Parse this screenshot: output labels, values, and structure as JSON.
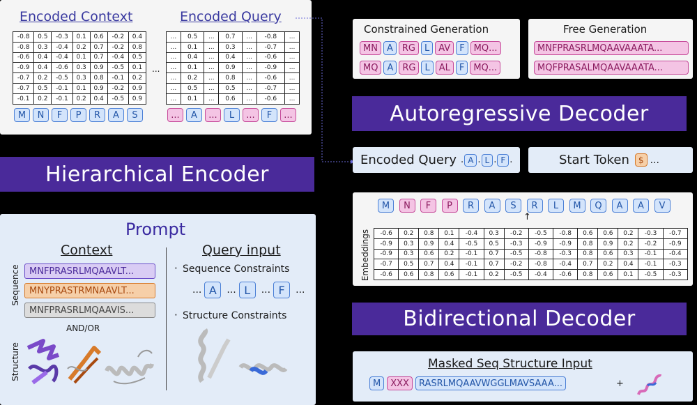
{
  "encoded_context": {
    "title": "Encoded Context",
    "grid": [
      [
        "-0.8",
        "0.5",
        "-0.3",
        "0.1",
        "0.6",
        "-0.2",
        "0.4"
      ],
      [
        "-0.8",
        "0.3",
        "-0.4",
        "0.2",
        "0.7",
        "-0.2",
        "0.8"
      ],
      [
        "-0.6",
        "0.4",
        "-0.4",
        "0.1",
        "0.7",
        "-0.4",
        "0.5"
      ],
      [
        "-0.9",
        "0.4",
        "-0.6",
        "0.3",
        "0.9",
        "-0.5",
        "0.1"
      ],
      [
        "-0.7",
        "0.2",
        "-0.5",
        "0.3",
        "0.8",
        "-0.1",
        "0.2"
      ],
      [
        "-0.7",
        "0.5",
        "-0.1",
        "0.1",
        "0.9",
        "-0.2",
        "0.9"
      ],
      [
        "-0.1",
        "0.2",
        "-0.1",
        "0.2",
        "0.4",
        "-0.5",
        "0.9"
      ]
    ],
    "tokens": [
      "M",
      "N",
      "F",
      "P",
      "R",
      "A",
      "S"
    ],
    "ellipsis": "..."
  },
  "encoded_query": {
    "title": "Encoded Query",
    "grid": [
      [
        "...",
        "0.5",
        "...",
        "0.7",
        "...",
        "-0.8",
        "..."
      ],
      [
        "...",
        "0.1",
        "...",
        "0.3",
        "...",
        "-0.7",
        "..."
      ],
      [
        "...",
        "0.4",
        "...",
        "0.4",
        "...",
        "-0.6",
        "..."
      ],
      [
        "...",
        "0.1",
        "...",
        "0.9",
        "...",
        "-0.9",
        "..."
      ],
      [
        "...",
        "0.2",
        "...",
        "0.8",
        "...",
        "-0.6",
        "..."
      ],
      [
        "...",
        "0.5",
        "...",
        "0.5",
        "...",
        "-0.7",
        "..."
      ],
      [
        "...",
        "0.1",
        "...",
        "0.6",
        "...",
        "-0.6",
        "..."
      ]
    ],
    "tokens": [
      "...",
      "A",
      "...",
      "L",
      "...",
      "F",
      "..."
    ]
  },
  "hierarchical_encoder": "Hierarchical Encoder",
  "prompt": {
    "title": "Prompt",
    "context_title": "Context",
    "query_title": "Query input",
    "sequence_label": "Sequence",
    "structure_label": "Structure",
    "sequences": [
      "MNFPRASRLMQAAVLT...",
      "MNYPRASTRMNAAVLT...",
      "MNFPRASRLMQAAVIS..."
    ],
    "and_or": "AND/OR",
    "seq_constraints": "Sequence Constraints",
    "struct_constraints": "Structure Constraints",
    "bullet": "·",
    "query_tokens": [
      "...",
      "A",
      "...",
      "L",
      "...",
      "F",
      "..."
    ]
  },
  "generation": {
    "constrained_title": "Constrained Generation",
    "free_title": "Free Generation",
    "constrained_rows": [
      [
        "MN",
        "A",
        "RG",
        "L",
        "AV",
        "F",
        "MQ..."
      ],
      [
        "MQ",
        "A",
        "RG",
        "L",
        "AL",
        "F",
        "MQ..."
      ]
    ],
    "free_rows": [
      "MNFPRASRLMQAAVAAATA...",
      "MQFPRASALMQAAVAAATA..."
    ]
  },
  "autoregressive_decoder": "Autoregressive Decoder",
  "encoded_query_box": {
    "label": "Encoded Query",
    "tokens": [
      ".",
      "A",
      ".",
      "L",
      ".",
      "F",
      "."
    ]
  },
  "start_token_box": {
    "label": "Start Token",
    "token": "$",
    "ellipsis": "..."
  },
  "embeddings": {
    "label": "Embeddings",
    "tokens": [
      {
        "t": "M",
        "c": "b"
      },
      {
        "t": "N",
        "c": "p"
      },
      {
        "t": "F",
        "c": "p"
      },
      {
        "t": "P",
        "c": "p"
      },
      {
        "t": "R",
        "c": "b"
      },
      {
        "t": "A",
        "c": "b"
      },
      {
        "t": "S",
        "c": "b"
      },
      {
        "t": "R",
        "c": "b"
      },
      {
        "t": "L",
        "c": "b"
      },
      {
        "t": "M",
        "c": "b"
      },
      {
        "t": "Q",
        "c": "b"
      },
      {
        "t": "A",
        "c": "b"
      },
      {
        "t": "A",
        "c": "b"
      },
      {
        "t": "V",
        "c": "b"
      }
    ],
    "arrow": "↑",
    "grid": [
      [
        "-0.6",
        "0.2",
        "0.8",
        "0.1",
        "-0.4",
        "0.3",
        "-0.2",
        "-0.5",
        "-0.8",
        "0.6",
        "0.6",
        "0.2",
        "-0.3",
        "-0.7"
      ],
      [
        "-0.9",
        "0.3",
        "0.9",
        "0.4",
        "-0.5",
        "0.5",
        "-0.3",
        "-0.9",
        "-0.9",
        "0.8",
        "0.9",
        "0.2",
        "-0.2",
        "-0.9"
      ],
      [
        "-0.9",
        "0.3",
        "0.6",
        "0.2",
        "-0.1",
        "0.7",
        "-0.5",
        "-0.8",
        "-0.3",
        "0.8",
        "0.6",
        "0.3",
        "-0.1",
        "-0.4"
      ],
      [
        "-0.7",
        "0.5",
        "0.7",
        "0.4",
        "-0.1",
        "0.7",
        "-0.2",
        "-0.8",
        "-0.4",
        "0.7",
        "0.2",
        "0.4",
        "-0.1",
        "-0.3"
      ],
      [
        "-0.6",
        "0.6",
        "0.8",
        "0.6",
        "-0.1",
        "0.2",
        "-0.5",
        "-0.4",
        "-0.6",
        "0.8",
        "0.6",
        "0.1",
        "-0.5",
        "-0.3"
      ]
    ]
  },
  "bidirectional_decoder": "Bidirectional Decoder",
  "masked_input": {
    "title": "Masked Seq Structure Input",
    "tokens": [
      {
        "t": "M",
        "c": "b"
      },
      {
        "t": "XXX",
        "c": "p"
      },
      {
        "t": "RASRLMQAAVWGGLMAVSAAA...",
        "c": "b"
      }
    ],
    "plus": "+"
  },
  "colors": {
    "banner": "#4a2a9a",
    "blue_token": "#d3e4fb",
    "pink_token": "#f4c4e4",
    "orange_token": "#f6cfa8",
    "purple_seq": "#d9ccf4",
    "gray_seq": "#dcdcdc"
  }
}
